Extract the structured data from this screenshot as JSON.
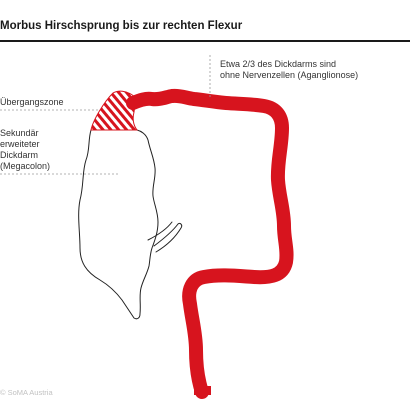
{
  "title": "Morbus Hirschsprung bis zur rechten Flexur",
  "labels": {
    "aganglionose": [
      "Etwa 2/3 des Dickdarms sind",
      "ohne Nervenzellen (Aganglionose)"
    ],
    "uebergangszone": "Übergangszone",
    "megacolon": [
      "Sekundär",
      "erweiteter",
      "Dickdarm",
      "(Megacolon)"
    ]
  },
  "credit": "© SoMA Austria",
  "colors": {
    "aganglionic": "#d7141e",
    "outline": "#222222",
    "leader": "#9a9a9a",
    "text": "#333333",
    "credit": "#c2c2c2"
  }
}
